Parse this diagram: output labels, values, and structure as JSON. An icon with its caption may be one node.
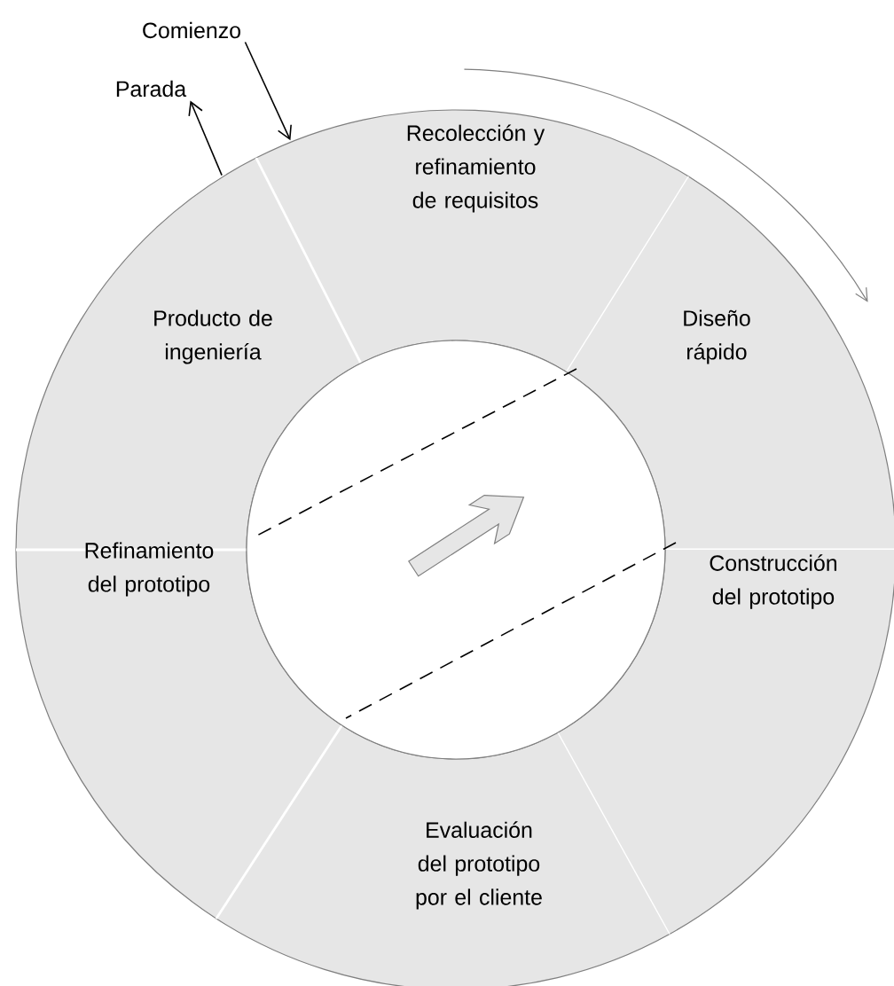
{
  "diagram": {
    "nodes": [
      {
        "text": [
          "Comienzo"
        ]
      },
      {
        "text": [
          "Parada"
        ]
      },
      {
        "text": [
          "Recolección y refinamiento de requisitos"
        ]
      },
      {
        "text": [
          "Producto de ingeniería"
        ]
      },
      {
        "text": [
          "Diseño rápido"
        ]
      },
      {
        "text": [
          "Refinamiento del prototipo"
        ]
      },
      {
        "text": [
          "Construcción del prototipo"
        ]
      },
      {
        "text": [
          "Evaluación del prototipo por el cliente"
        ]
      },
      {
        "text": [],
        "shape": "circle"
      }
    ],
    "edges": [
      {
        "from": 0,
        "to": 2,
        "arrow": "to"
      },
      {
        "from": 3,
        "to": 1,
        "arrow": "to"
      }
    ]
  }
}
